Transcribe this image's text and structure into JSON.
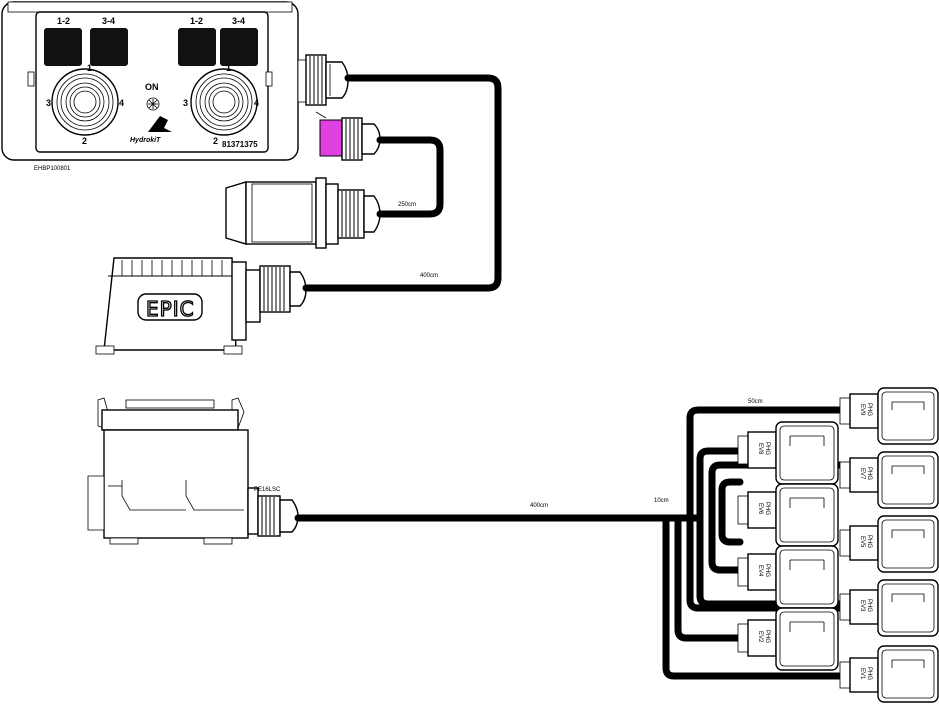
{
  "control_box": {
    "button_labels": [
      "1-2",
      "3-4",
      "1-2",
      "3-4"
    ],
    "joystick_numbers": [
      "1",
      "2",
      "3",
      "4"
    ],
    "power_label": "ON",
    "brand_label": "HydrokiT",
    "part_number": "81371375",
    "catalog_ref": "EHBP100801"
  },
  "epic_connector_label": "EPIC",
  "multipin_connector_label": "PE16LSC",
  "cable_lengths": {
    "sensor_cable": "250cm",
    "main_cable": "400cm",
    "bus_cable": "400cm",
    "split_length": "10cm",
    "top_branch": "50cm"
  },
  "valve_labels": [
    "EV1",
    "EV2",
    "EV3",
    "EV4",
    "EV5",
    "EV6",
    "EV7",
    "EV8",
    "EV9"
  ],
  "valve_tag": "PHG",
  "colors": {
    "accent": "#e040e0",
    "line": "#000000",
    "background": "#ffffff"
  }
}
